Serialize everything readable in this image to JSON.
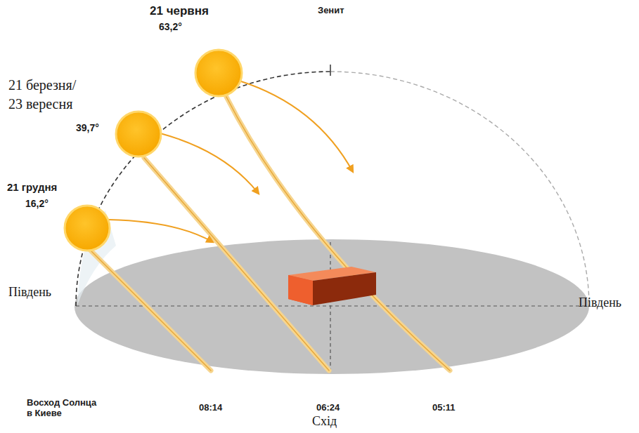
{
  "diagram": {
    "labels": [
      "21 червня",
      "63,2°",
      "Зенит",
      "21 березня/",
      "23 вересня",
      "39,7°",
      "21 грудня",
      "16,2°",
      "Південь",
      "Південь",
      "Восход Солнца в Киеве",
      "08:14",
      "06:24",
      "05:11",
      "Схід"
    ]
  }
}
